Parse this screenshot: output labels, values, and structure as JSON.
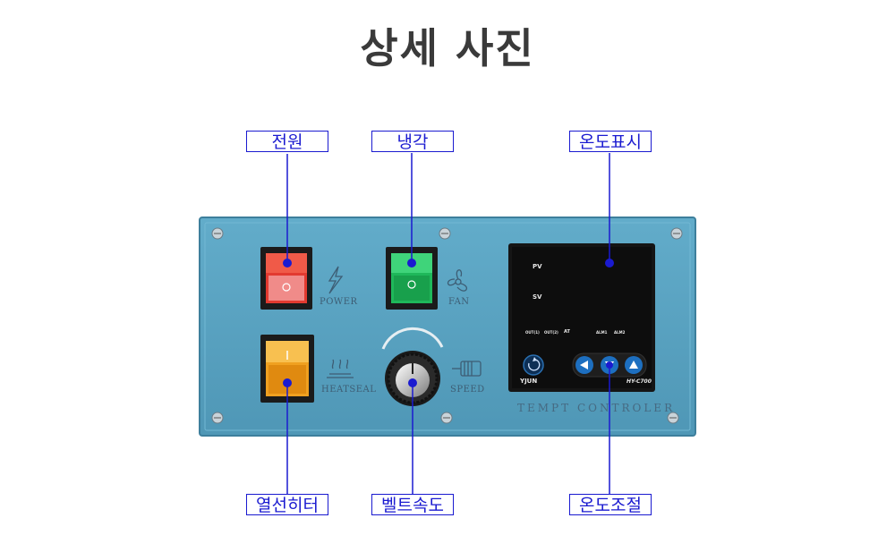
{
  "title": "상세 사진",
  "callouts": {
    "power": "전원",
    "cooling": "냉각",
    "temp_display": "온도표시",
    "heater": "열선히터",
    "belt_speed": "벨트속도",
    "temp_adjust": "온도조절"
  },
  "panel": {
    "power_label": "POWER",
    "fan_label": "FAN",
    "heatseal_label": "HEATSEAL",
    "speed_label": "SPEED",
    "plate_text": "TEMPT CONTROLER"
  },
  "controller": {
    "pv": "PV",
    "sv": "SV",
    "out1": "OUT(1)",
    "out2": "OUT(2)",
    "at": "AT",
    "al1": "ALM1",
    "al2": "ALM2",
    "brand": "YJUN",
    "model": "HY-C700"
  },
  "colors": {
    "panel": "#5aa3c3",
    "callout": "#1a1ad0",
    "power_switch": "#e8302a",
    "fan_switch": "#1fb85a",
    "heater_switch": "#f0a020"
  }
}
